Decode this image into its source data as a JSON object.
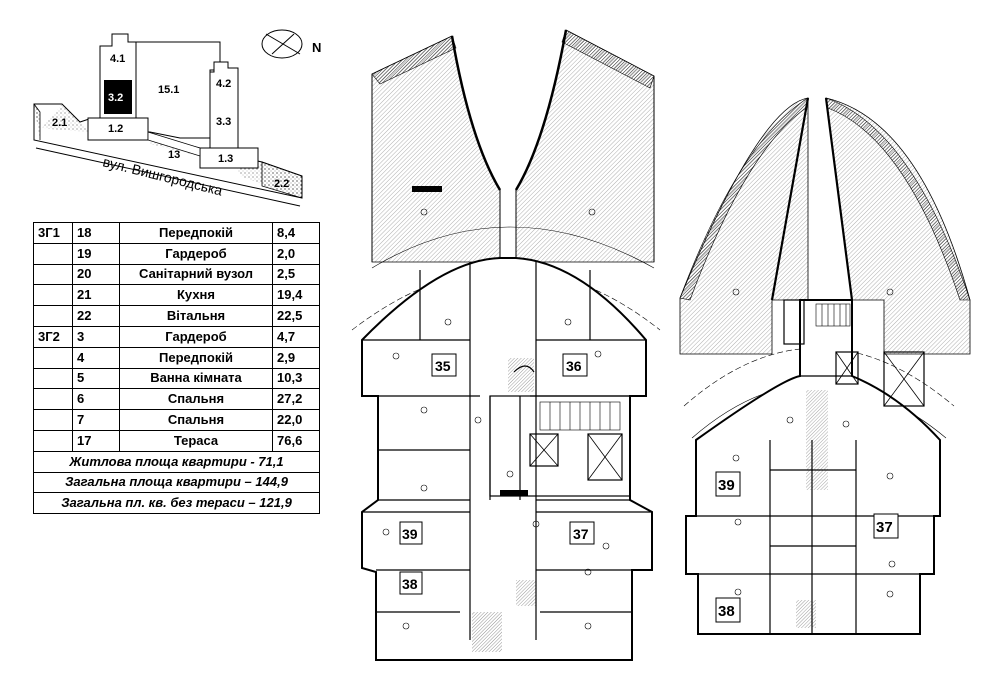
{
  "site_plan": {
    "blocks": [
      {
        "id": "4.1",
        "label": "4.1"
      },
      {
        "id": "3.2",
        "label": "3.2"
      },
      {
        "id": "15.1",
        "label": "15.1"
      },
      {
        "id": "4.2",
        "label": "4.2"
      },
      {
        "id": "3.3",
        "label": "3.3"
      },
      {
        "id": "2.1",
        "label": "2.1"
      },
      {
        "id": "1.2",
        "label": "1.2"
      },
      {
        "id": "13",
        "label": "13"
      },
      {
        "id": "1.3",
        "label": "1.3"
      },
      {
        "id": "2.2",
        "label": "2.2"
      }
    ],
    "street": "вул. Вишгородська",
    "north_label": "N"
  },
  "room_table": {
    "rows": [
      {
        "section": "3Г1",
        "num": "18",
        "name": "Передпокій",
        "area": "8,4"
      },
      {
        "section": "",
        "num": "19",
        "name": "Гардероб",
        "area": "2,0"
      },
      {
        "section": "",
        "num": "20",
        "name": "Санітарний вузол",
        "area": "2,5"
      },
      {
        "section": "",
        "num": "21",
        "name": "Кухня",
        "area": "19,4"
      },
      {
        "section": "",
        "num": "22",
        "name": "Вітальня",
        "area": "22,5"
      },
      {
        "section": "3Г2",
        "num": "3",
        "name": "Гардероб",
        "area": "4,7"
      },
      {
        "section": "",
        "num": "4",
        "name": "Передпокій",
        "area": "2,9"
      },
      {
        "section": "",
        "num": "5",
        "name": "Ванна кімната",
        "area": "10,3"
      },
      {
        "section": "",
        "num": "6",
        "name": "Спальня",
        "area": "27,2"
      },
      {
        "section": "",
        "num": "7",
        "name": "Спальня",
        "area": "22,0"
      },
      {
        "section": "",
        "num": "17",
        "name": "Тераса",
        "area": "76,6"
      }
    ],
    "summary": [
      "Житлова площа квартири - 71,1",
      "Загальна площа квартири – 144,9",
      "Загальна пл. кв. без тераси – 121,9"
    ]
  },
  "plan_left": {
    "apartments": [
      "35",
      "36",
      "39",
      "37",
      "38"
    ]
  },
  "plan_right": {
    "apartments": [
      "39",
      "37",
      "38"
    ]
  }
}
